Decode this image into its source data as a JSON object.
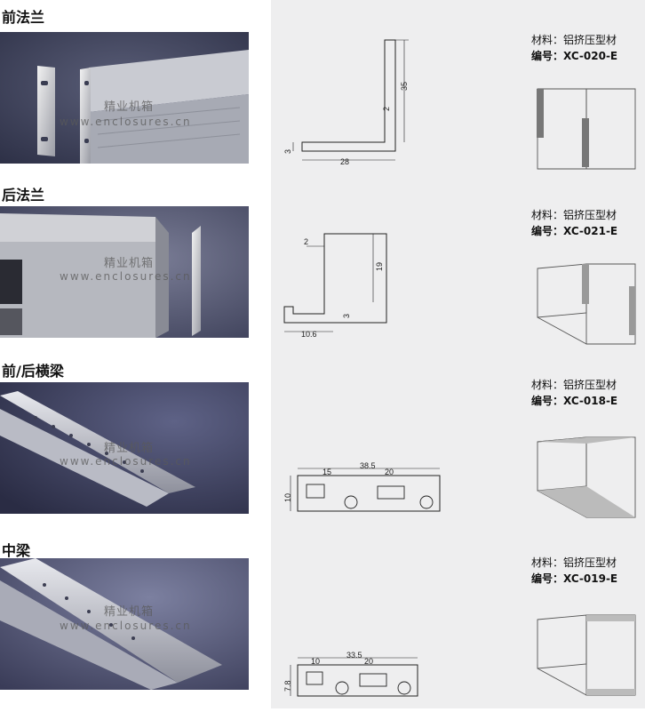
{
  "watermark": {
    "cn": "精业机箱",
    "url": "www.enclosures.cn"
  },
  "sections": [
    {
      "title": "前法兰",
      "material": "材料：铝挤压型材",
      "code_label": "编号：",
      "code": "XC-020-E",
      "dims": [
        "35",
        "2",
        "3",
        "28"
      ]
    },
    {
      "title": "后法兰",
      "material": "材料：铝挤压型材",
      "code_label": "编号：",
      "code": "XC-021-E",
      "dims": [
        "2",
        "19",
        "3",
        "10.6"
      ]
    },
    {
      "title": "前/后横梁",
      "material": "材料：铝挤压型材",
      "code_label": "编号：",
      "code": "XC-018-E",
      "dims": [
        "38.5",
        "15",
        "20",
        "10"
      ]
    },
    {
      "title": "中梁",
      "material": "材料：铝挤压型材",
      "code_label": "编号：",
      "code": "XC-019-E",
      "dims": [
        "33.5",
        "10",
        "20",
        "7.8"
      ]
    }
  ]
}
